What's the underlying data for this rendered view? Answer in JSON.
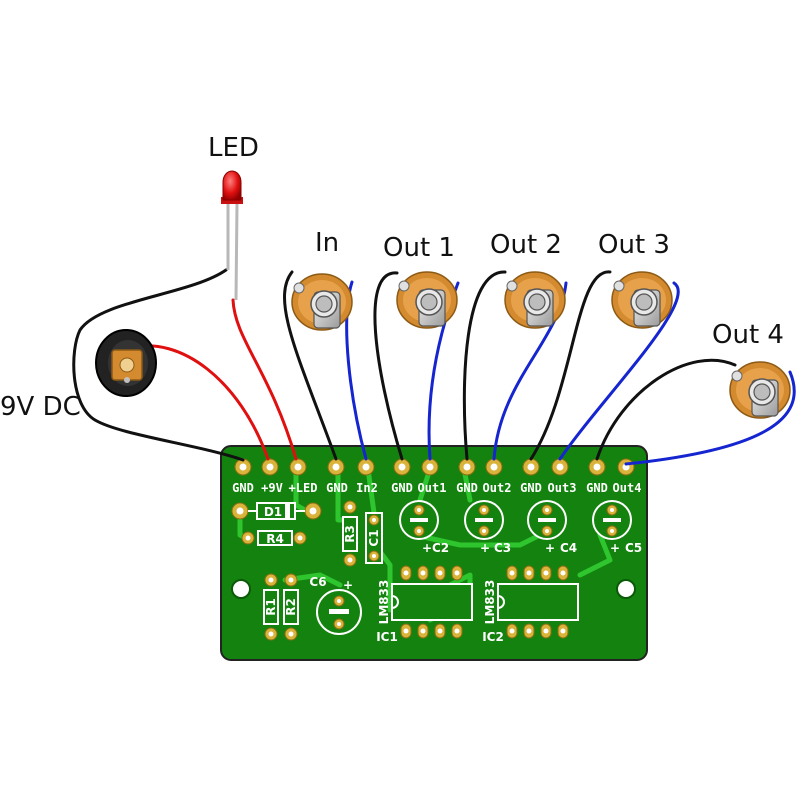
{
  "labels": {
    "led": "LED",
    "dc": "9V DC",
    "in": "In",
    "out1": "Out 1",
    "out2": "Out 2",
    "out3": "Out 3",
    "out4": "Out 4"
  },
  "pcb": {
    "header": [
      "GND",
      "+9V",
      "+LED",
      "GND",
      "In2",
      "GND",
      "Out1",
      "GND",
      "Out2",
      "GND",
      "Out3",
      "GND",
      "Out4"
    ],
    "components": {
      "d1": "D1",
      "r4": "R4",
      "r3": "R3",
      "c1": "C1",
      "r1": "R1",
      "r2": "R2",
      "c6": "C6",
      "c2": "C2",
      "c3": "C3",
      "c4": "C4",
      "c5": "C5",
      "ic1_part": "LM833",
      "ic2_part": "LM833",
      "ic1": "IC1",
      "ic2": "IC2",
      "plus": "+"
    }
  },
  "colors": {
    "board": "#14820f",
    "pad": "#d9b33a",
    "trace": "#2ec52e",
    "wire_black": "#111111",
    "wire_red": "#e01010",
    "wire_blue": "#1525d0",
    "jack_body": "#d48a2e"
  }
}
